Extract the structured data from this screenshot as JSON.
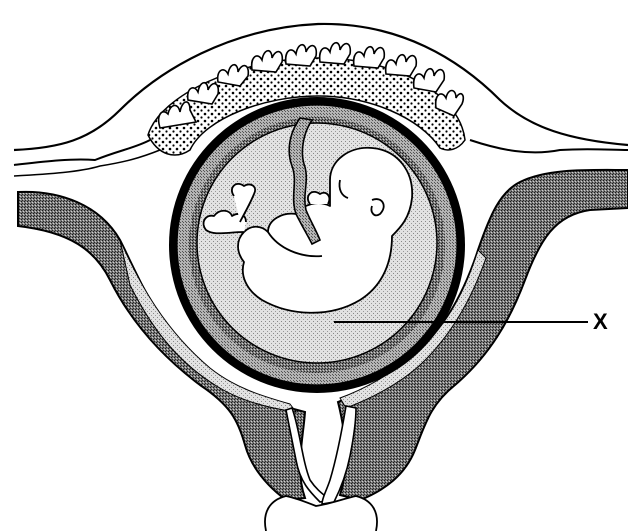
{
  "labels": {
    "x": "X"
  },
  "colors": {
    "outline": "#000000",
    "background": "#ffffff",
    "dark_stipple": "#6e6e6e",
    "mid_stipple": "#a6a6a6",
    "light_stipple": "#d4d4d4"
  },
  "icons": [
    "fetus-illustration",
    "uterus-illustration",
    "placenta-illustration",
    "umbilical-cord-illustration"
  ]
}
